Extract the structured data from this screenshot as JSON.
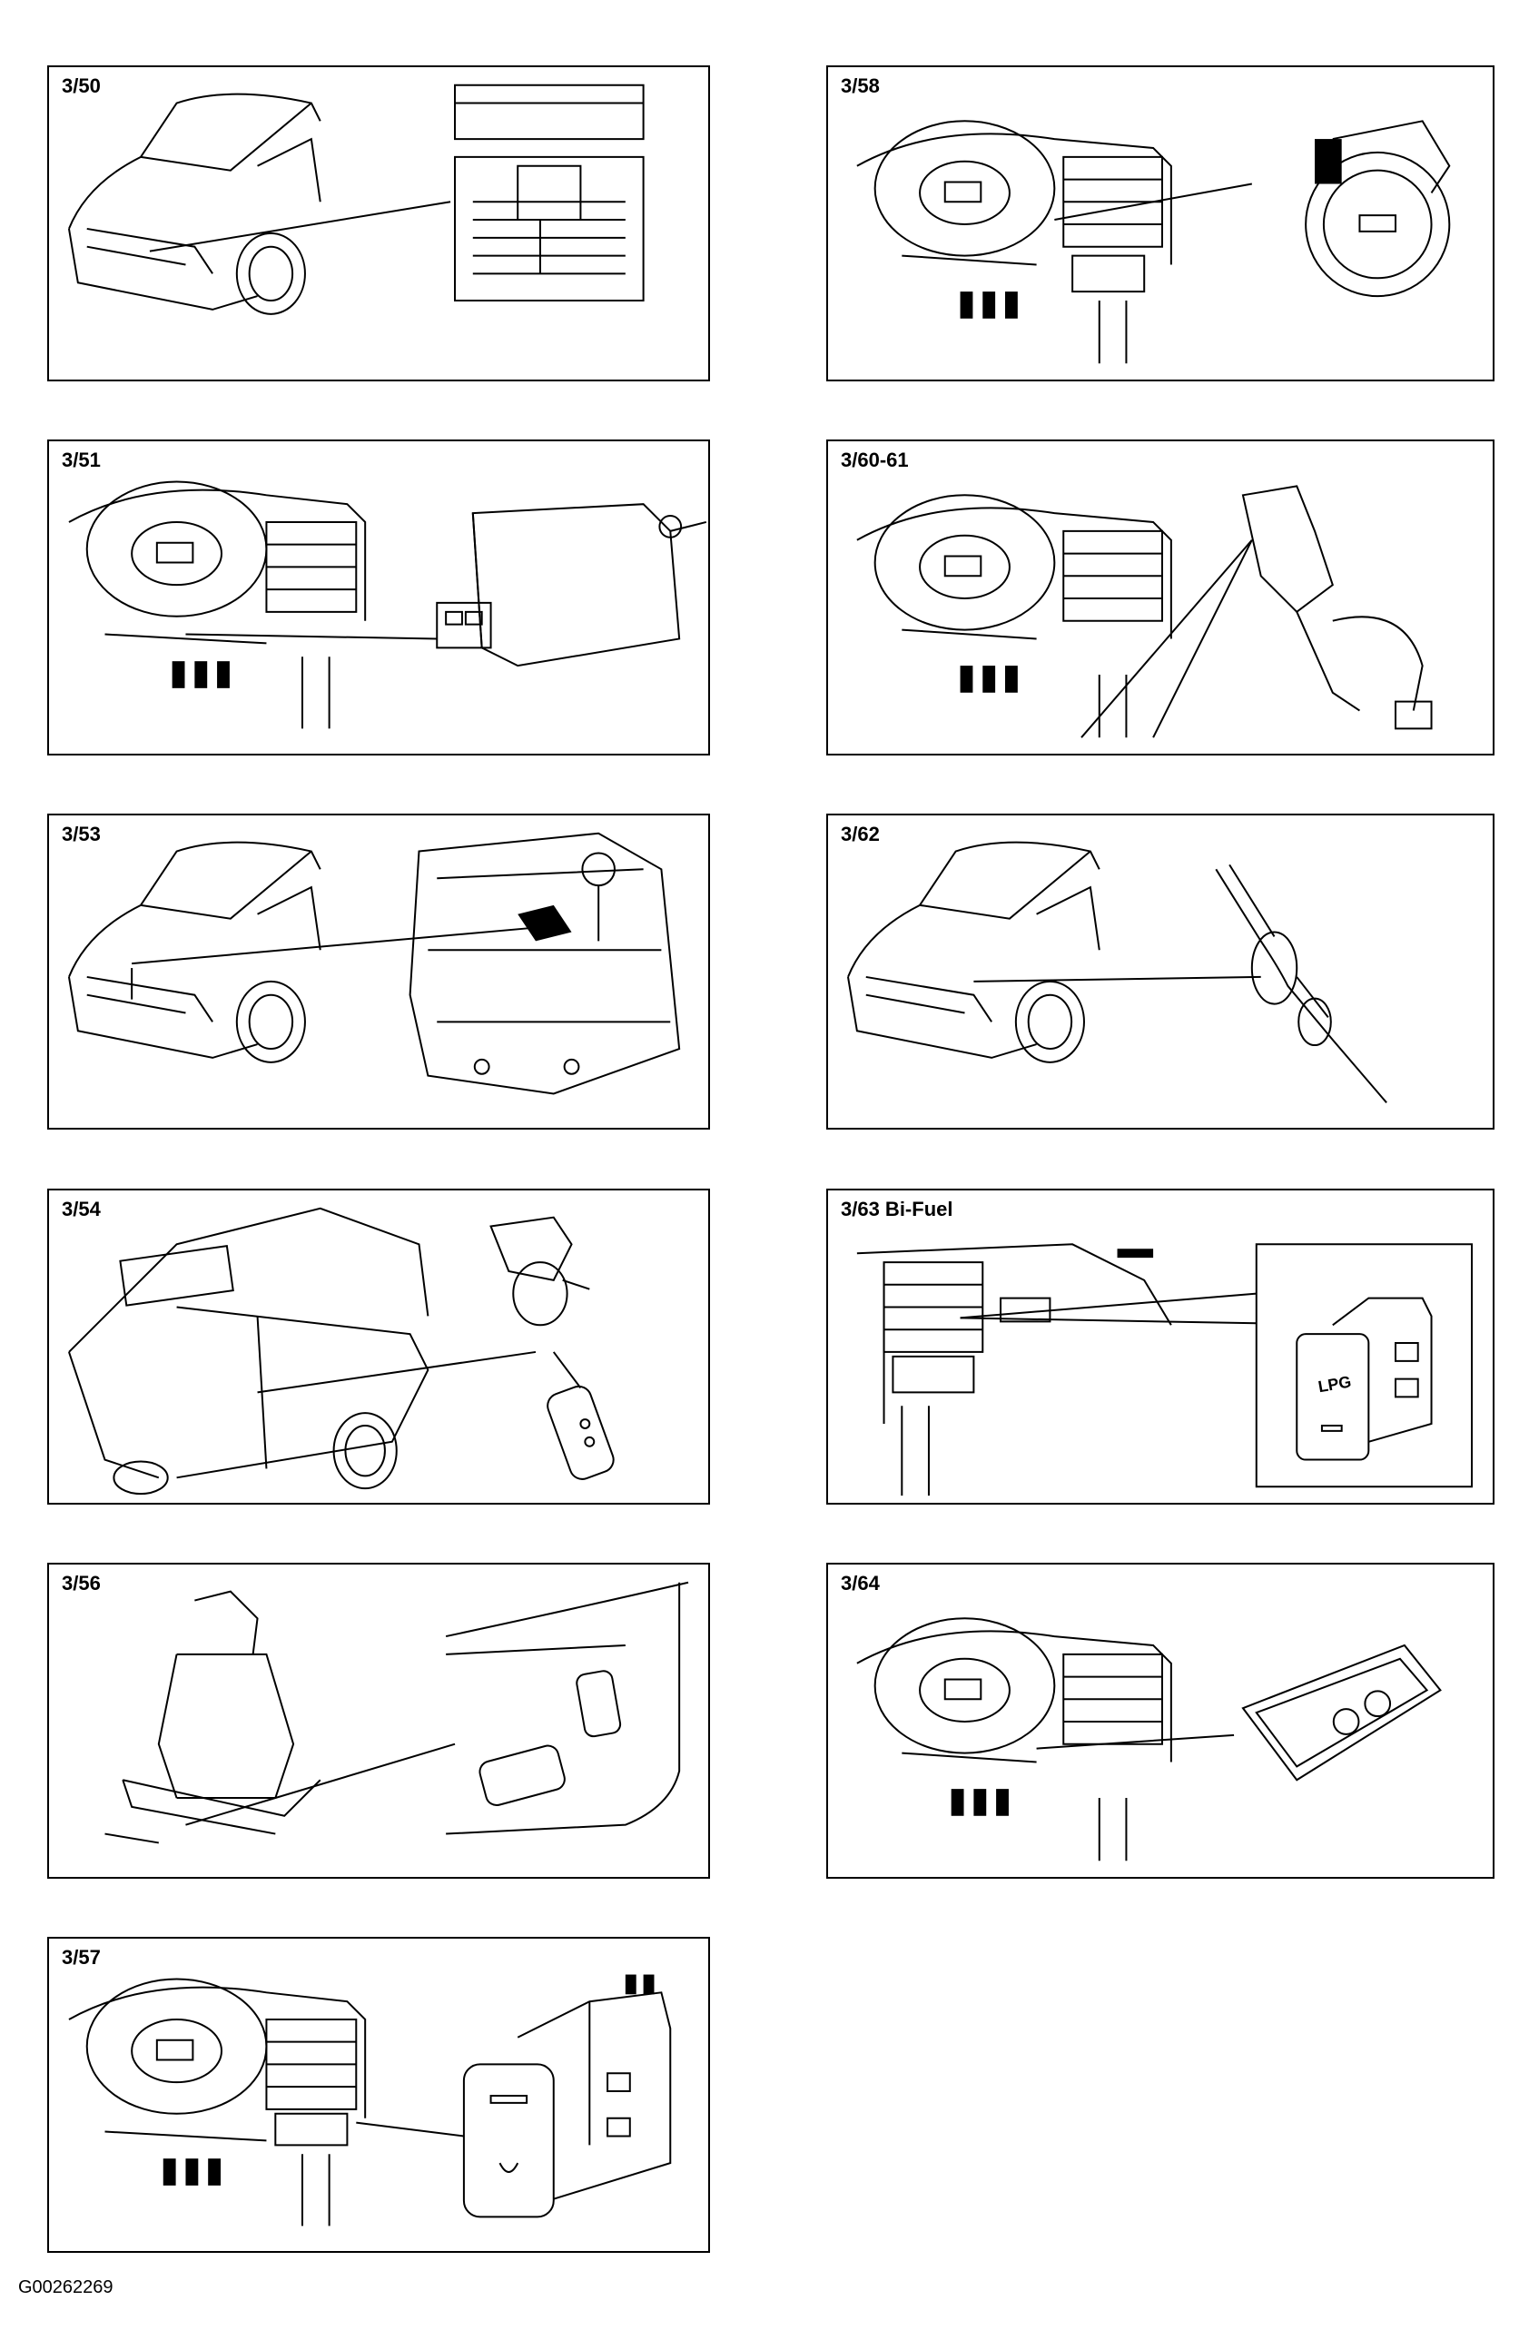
{
  "panels": {
    "p350": {
      "label": "3/50",
      "illustration": "car-hood-front-view",
      "detail": "hood-latch-switch"
    },
    "p358": {
      "label": "3/58",
      "illustration": "dashboard",
      "detail": "ignition-switch"
    },
    "p351": {
      "label": "3/51",
      "illustration": "dashboard",
      "detail": "brake-light-switch"
    },
    "p36061": {
      "label": "3/60-61",
      "illustration": "dashboard",
      "detail": "seat-belt-buckle"
    },
    "p353": {
      "label": "3/53",
      "illustration": "car-hood-front-view",
      "detail": "transmission-switch"
    },
    "p362": {
      "label": "3/62",
      "illustration": "car-hood-front-view",
      "detail": "cable-grommet-connector"
    },
    "p354": {
      "label": "3/54",
      "illustration": "car-side-view",
      "detail": "door-lock-cylinder-and-key"
    },
    "p363": {
      "label": "3/63  Bi-Fuel",
      "illustration": "center-console",
      "detail": "lpg-switch",
      "detail_text": "LPG"
    },
    "p356": {
      "label": "3/56",
      "illustration": "seat",
      "detail": "seat-adjust-switches"
    },
    "p364": {
      "label": "3/64",
      "illustration": "dashboard",
      "detail": "dual-switch-panel"
    },
    "p357": {
      "label": "3/57",
      "illustration": "dashboard",
      "detail": "rocker-switch"
    }
  },
  "reference_code": "G00262269"
}
